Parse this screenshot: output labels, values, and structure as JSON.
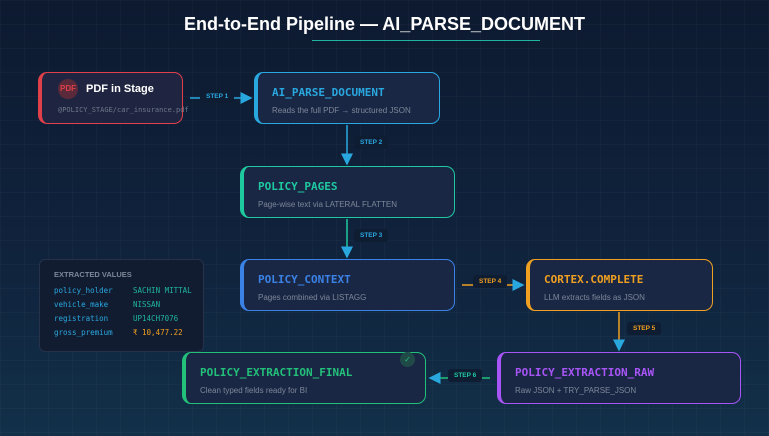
{
  "title": "End-to-End Pipeline — AI_PARSE_DOCUMENT",
  "nodes": {
    "pdf": {
      "badge": "PDF",
      "title": "PDF in Stage",
      "subtitle": "@POLICY_STAGE/car_insurance.pdf",
      "color": "#e0404a"
    },
    "parse": {
      "title": "AI_PARSE_DOCUMENT",
      "subtitle": "Reads the full PDF → structured JSON",
      "color": "#29a8e0"
    },
    "pages": {
      "title": "POLICY_PAGES",
      "subtitle": "Page-wise text via LATERAL FLATTEN",
      "color": "#1fc9a0"
    },
    "context": {
      "title": "POLICY_CONTEXT",
      "subtitle": "Pages combined via LISTAGG",
      "color": "#3b82e6"
    },
    "cortex": {
      "title": "CORTEX.COMPLETE",
      "subtitle": "LLM extracts fields as JSON",
      "color": "#f0a020"
    },
    "raw": {
      "title": "POLICY_EXTRACTION_RAW",
      "subtitle": "Raw JSON + TRY_PARSE_JSON",
      "color": "#a855f7"
    },
    "final": {
      "title": "POLICY_EXTRACTION_FINAL",
      "subtitle": "Clean typed fields ready for BI",
      "color": "#22c07a",
      "check": "✓"
    }
  },
  "steps": [
    "STEP 1",
    "STEP 2",
    "STEP 3",
    "STEP 4",
    "STEP 5",
    "STEP 6"
  ],
  "extracted": {
    "title": "EXTRACTED VALUES",
    "rows": [
      {
        "key": "policy_holder",
        "value": "SACHIN MITTAL"
      },
      {
        "key": "vehicle_make",
        "value": "NISSAN"
      },
      {
        "key": "registration",
        "value": "UP14CH7076"
      },
      {
        "key": "gross_premium",
        "value": "₹ 10,477.22"
      }
    ]
  }
}
